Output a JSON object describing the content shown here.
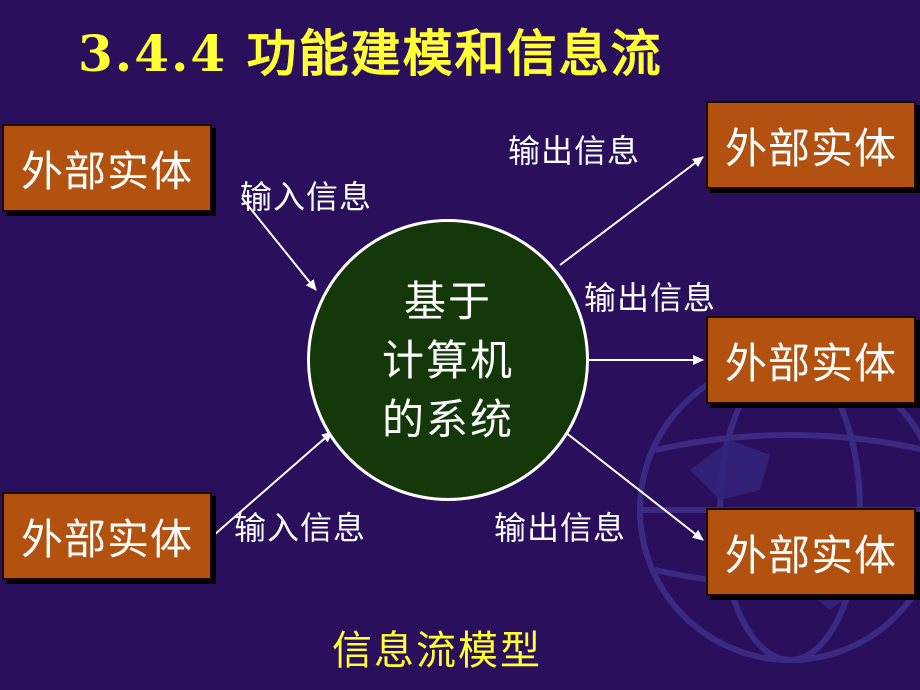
{
  "title": "3.4.4 功能建模和信息流",
  "center": {
    "lines": [
      "基于",
      "计算机",
      "的系统"
    ]
  },
  "entities": [
    "外部实体",
    "外部实体",
    "外部实体",
    "外部实体",
    "外部实体"
  ],
  "labels": {
    "in_top": "输入信息",
    "in_bottom": "输入信息",
    "out_top": "输出信息",
    "out_middle": "输出信息",
    "out_bottom": "输出信息"
  },
  "caption": "信息流模型",
  "colors": {
    "background": "#2a0f5c",
    "title": "#ffff33",
    "entity_fill": "#b35210",
    "center_fill": "#14380a",
    "arrow": "#ffffff"
  }
}
